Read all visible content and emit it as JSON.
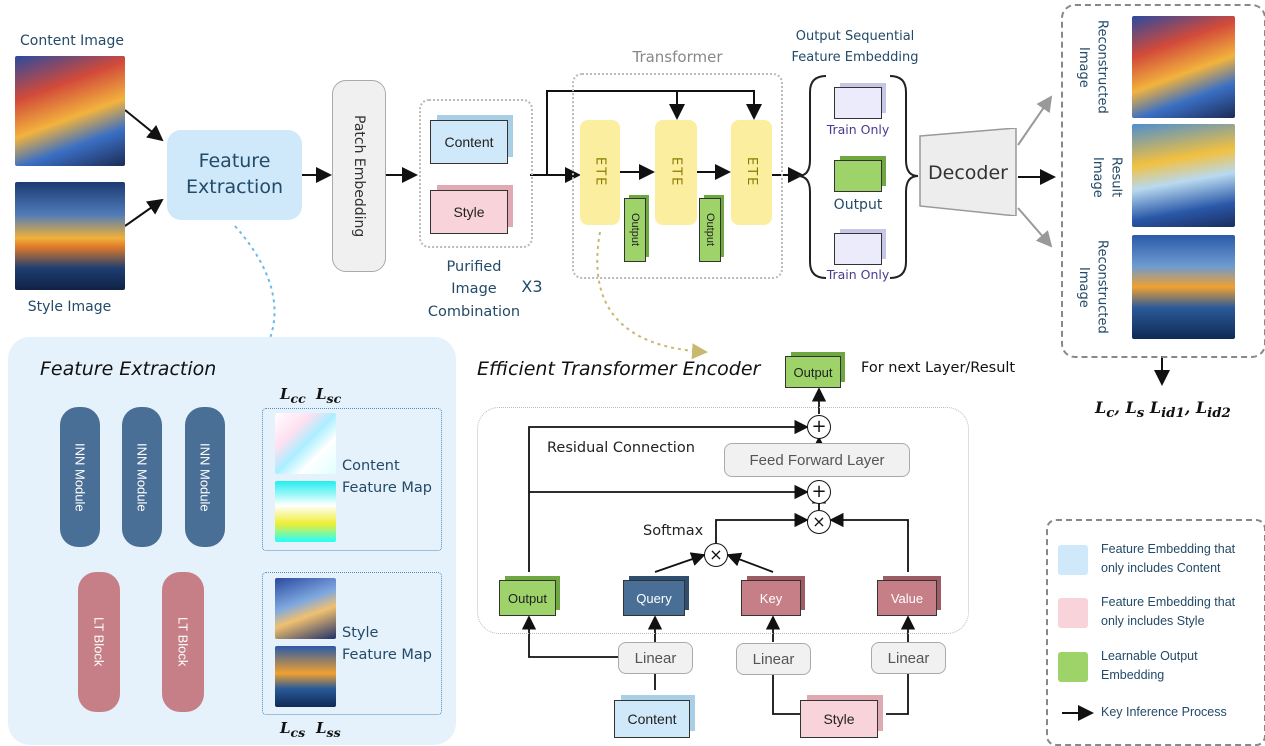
{
  "inputs": {
    "content_image": "Content Image",
    "style_image": "Style Image"
  },
  "feature_extraction_box": "Feature\nExtraction",
  "patch_embedding": "Patch Embedding",
  "purified": {
    "content": "Content",
    "style": "Style",
    "caption": "Purified\nImage\nCombination",
    "times": "X3"
  },
  "transformer": {
    "title": "Transformer",
    "ete": "ETE",
    "output": "Output"
  },
  "output_seq": {
    "title": "Output Sequential\nFeature Embedding",
    "train_only_top": "Train Only",
    "output": "Output",
    "train_only_bottom": "Train Only"
  },
  "decoder": "Decoder",
  "results": {
    "reconstructed_top": "Reconstructed\nImage",
    "result": "Result\nImage",
    "reconstructed_bottom": "Reconstructed\nImage"
  },
  "loss_final": "L_c, L_s L_id1, L_id2",
  "fe_panel": {
    "title": "Feature Extraction",
    "inn": "INN Module",
    "lt": "LT Block",
    "content_map": "Content\nFeature Map",
    "style_map": "Style\nFeature Map",
    "l_cc": "cc",
    "l_sc": "sc",
    "l_cs": "cs",
    "l_ss": "ss"
  },
  "ete_panel": {
    "title": "Efficient Transformer Encoder",
    "output_top": "Output",
    "next_layer": "For next Layer/Result",
    "residual": "Residual Connection",
    "ffl": "Feed Forward Layer",
    "softmax": "Softmax",
    "output": "Output",
    "query": "Query",
    "key": "Key",
    "value": "Value",
    "linear": "Linear",
    "content": "Content",
    "style": "Style"
  },
  "legend": {
    "content_only": "Feature Embedding that\nonly includes Content",
    "style_only": "Feature Embedding that\nonly includes Style",
    "learnable": "Learnable Output\nEmbedding",
    "inference": "Key Inference Process"
  },
  "colors": {
    "content": "#cfe9fb",
    "style": "#f8d3d9",
    "learnable": "#9ed36a",
    "inn": "#4a6f96",
    "lt": "#c67f87",
    "ete": "#fbee9e",
    "fe_panel": "#e6f2fb",
    "ete_panel": "#fbfbe3"
  }
}
